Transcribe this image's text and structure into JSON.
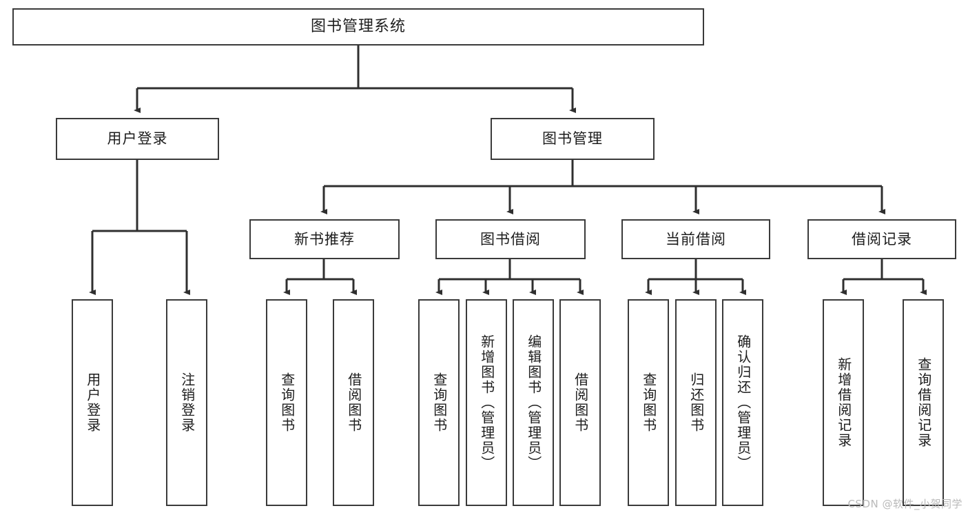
{
  "diagram": {
    "type": "tree",
    "title": "图书管理系统",
    "root": {
      "label": "图书管理系统"
    },
    "level2": [
      {
        "label": "用户登录"
      },
      {
        "label": "图书管理"
      }
    ],
    "level3": [
      {
        "label": "新书推荐"
      },
      {
        "label": "图书借阅"
      },
      {
        "label": "当前借阅"
      },
      {
        "label": "借阅记录"
      }
    ],
    "leaves": [
      {
        "label": "用户登录",
        "parent": "用户登录"
      },
      {
        "label": "注销登录",
        "parent": "用户登录"
      },
      {
        "label": "查询图书",
        "parent": "新书推荐"
      },
      {
        "label": "借阅图书",
        "parent": "新书推荐"
      },
      {
        "label": "查询图书",
        "parent": "图书借阅"
      },
      {
        "label": "新增图书（管理员）",
        "parent": "图书借阅"
      },
      {
        "label": "编辑图书（管理员）",
        "parent": "图书借阅"
      },
      {
        "label": "借阅图书",
        "parent": "图书借阅"
      },
      {
        "label": "查询图书",
        "parent": "当前借阅"
      },
      {
        "label": "归还图书",
        "parent": "当前借阅"
      },
      {
        "label": "确认归还（管理员）",
        "parent": "当前借阅"
      },
      {
        "label": "新增借阅记录",
        "parent": "借阅记录"
      },
      {
        "label": "查询借阅记录",
        "parent": "借阅记录"
      }
    ],
    "colors": {
      "stroke": "#3a3a3a",
      "background": "#ffffff",
      "text": "#1d1d1d",
      "watermark": "#b9b9b9"
    }
  },
  "watermark": {
    "text": "CSDN @软件_小贺同学"
  }
}
